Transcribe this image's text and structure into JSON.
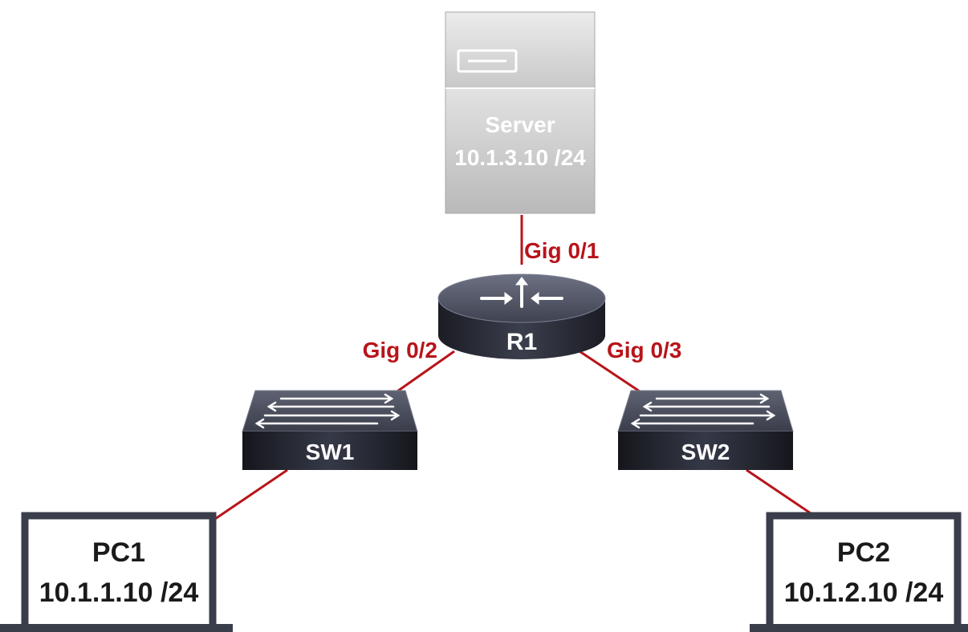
{
  "colors": {
    "link": "#b8141a",
    "device_dark": "#2a2c35",
    "laptop_frame": "#3a3d4a",
    "server_body": "#c9c9c9",
    "label_red": "#b8141a"
  },
  "server": {
    "name": "Server",
    "ip": "10.1.3.10 /24"
  },
  "router": {
    "name": "R1",
    "icon": "router-icon"
  },
  "switches": [
    {
      "name": "SW1",
      "icon": "switch-icon"
    },
    {
      "name": "SW2",
      "icon": "switch-icon"
    }
  ],
  "pcs": [
    {
      "name": "PC1",
      "ip": "10.1.1.10 /24",
      "icon": "laptop-icon"
    },
    {
      "name": "PC2",
      "ip": "10.1.2.10 /24",
      "icon": "laptop-icon"
    }
  ],
  "interfaces": {
    "r1_to_server": "Gig 0/1",
    "r1_to_sw1": "Gig 0/2",
    "r1_to_sw2": "Gig 0/3"
  }
}
